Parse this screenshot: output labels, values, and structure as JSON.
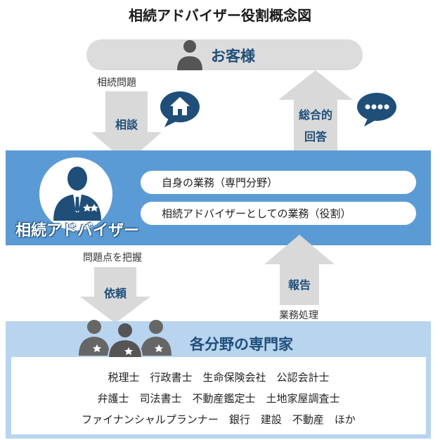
{
  "title": "相続アドバイザー役割概念図",
  "customer": {
    "label": "お客様",
    "issue_label": "相続問題",
    "icons": [
      "person-icon",
      "house-bubble-icon",
      "chat-bubble-icon"
    ]
  },
  "arrows": {
    "consult": "相談",
    "answer_line1": "総合的",
    "answer_line2": "回答",
    "request": "依頼",
    "report": "報告"
  },
  "advisor": {
    "label": "相続アドバイザー",
    "duties": [
      "自身の業務（専門分野）",
      "相続アドバイザーとしての業務（役割）"
    ]
  },
  "middle_labels": {
    "grasp": "問題点を把握",
    "processing": "業務処理"
  },
  "experts": {
    "label": "各分野の専門家",
    "lines": [
      "税理士　行政書士　生命保険会社　公認会計士",
      "弁護士　司法書士　不動産鑑定士　土地家屋調査士",
      "ファイナンシャルプランナー　銀行　建設　不動産　ほか"
    ]
  },
  "colors": {
    "navy": "#1f4e79",
    "band_blue": "#5b9bd5",
    "band_light": "#b8d4ef",
    "arrow_gray": "#d9d9d9",
    "pill_gray": "#dcdcdc"
  }
}
